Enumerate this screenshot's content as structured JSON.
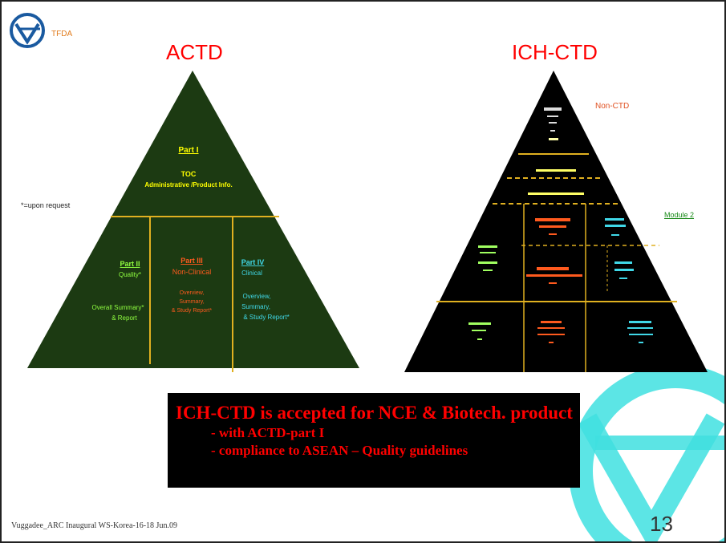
{
  "header": {
    "logo_text": "TFDA"
  },
  "actd": {
    "title": "ACTD",
    "upon_request": "*=upon request",
    "part1": {
      "heading": "Part I",
      "line1": "TOC",
      "line2": "Administrative /Product Info."
    },
    "part2": {
      "heading": "Part II",
      "line1": "Quality*",
      "line2": "Overall Summary*",
      "line3": "& Report"
    },
    "part3": {
      "heading": "Part III",
      "line1": "Non-Clinical",
      "line2": "Overview,",
      "line3": "Summary,",
      "line4": "& Study Report*"
    },
    "part4": {
      "heading": "Part IV",
      "line1": "Clinical",
      "line2": "Overview,",
      "line3": "Summary,",
      "line4": "& Study Report*"
    }
  },
  "ich": {
    "title": "ICH-CTD",
    "non_ctd_label": "Non-CTD",
    "module_label": "Module 2"
  },
  "banner": {
    "main": "ICH-CTD is accepted for NCE & Biotech. product",
    "sub1": "- with ACTD-part I",
    "sub2": "- compliance  to ASEAN – Quality guidelines"
  },
  "footer": {
    "credit": "Vuggadee_ARC Inaugural WS-Korea-16-18 Jun.09",
    "page_number": "13"
  },
  "colors": {
    "actd_fill": "#1c3a12",
    "ich_fill": "#000000",
    "divider": "#e0b020",
    "part_heading": "#ffff00",
    "part3_text": "#ff5a1e",
    "part4_text": "#40d8e8",
    "part2_text": "#90ff40",
    "title_red": "#ff0000",
    "watermark": "#40e0e0"
  }
}
